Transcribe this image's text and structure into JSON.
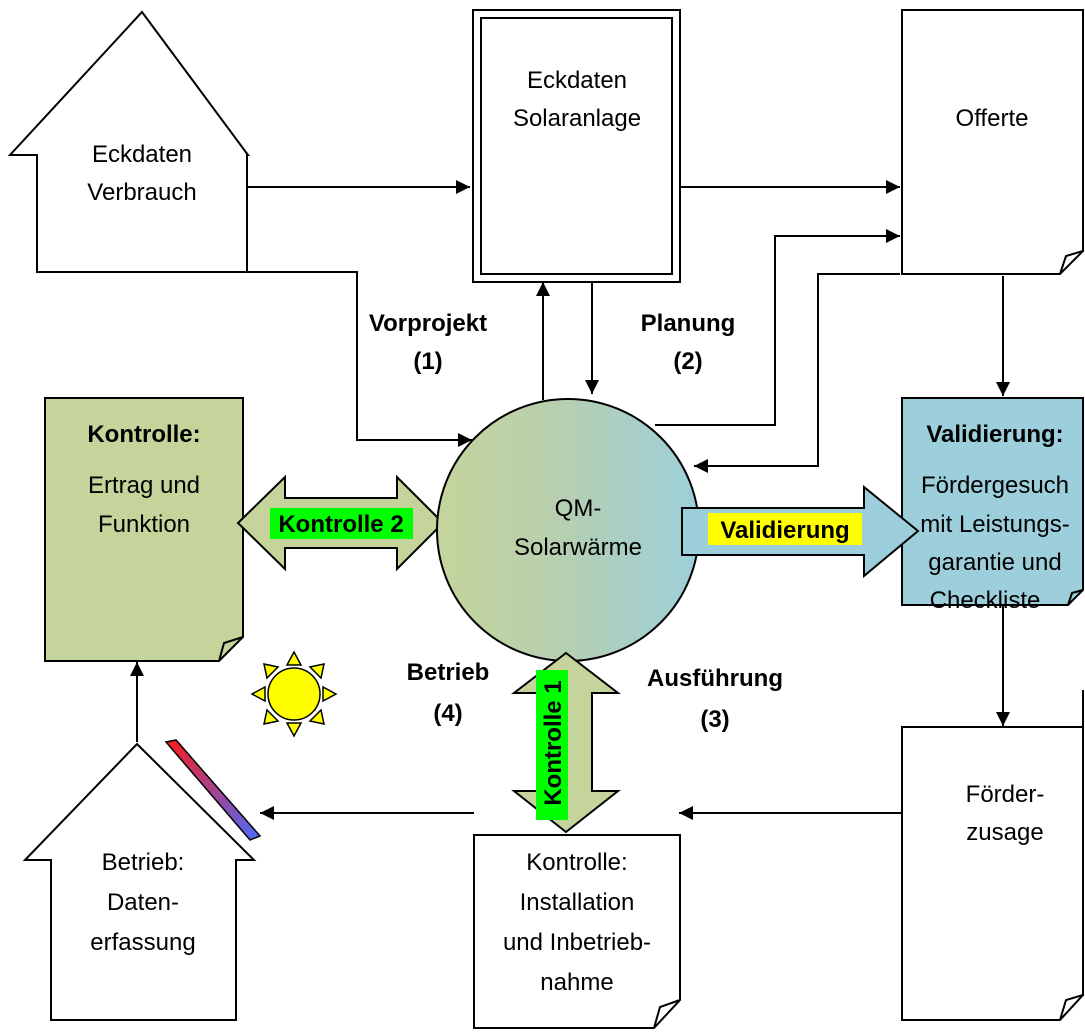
{
  "house_top": {
    "line1": "Eckdaten",
    "line2": "Verbrauch"
  },
  "box_solar": {
    "line1": "Eckdaten",
    "line2": "Solaranlage"
  },
  "doc_offerte": {
    "line1": "Offerte"
  },
  "phase1": {
    "line1": "Vorprojekt",
    "line2": "(1)"
  },
  "phase2": {
    "line1": "Planung",
    "line2": "(2)"
  },
  "phase3": {
    "line1": "Ausführung",
    "line2": "(3)"
  },
  "phase4": {
    "line1": "Betrieb",
    "line2": "(4)"
  },
  "kontrolle_doc": {
    "title": "Kontrolle:",
    "line1": "Ertrag und",
    "line2": "Funktion"
  },
  "validierung_doc": {
    "title": "Validierung:",
    "line1": "Fördergesuch",
    "line2": "mit Leistungs-",
    "line3": "garantie und",
    "line4": "Checkliste"
  },
  "center": {
    "line1": "QM-",
    "line2": "Solarwärme"
  },
  "arrow_k2": {
    "label": "Kontrolle 2"
  },
  "arrow_val": {
    "label": "Validierung"
  },
  "arrow_k1": {
    "label": "Kontrolle 1"
  },
  "doc_foerder": {
    "line1": "Förder-",
    "line2": "zusage"
  },
  "doc_install": {
    "line1": "Kontrolle:",
    "line2": "Installation",
    "line3": "und Inbetrieb-",
    "line4": "nahme"
  },
  "house_bottom": {
    "line1": "Betrieb:",
    "line2": "Daten-",
    "line3": "erfassung"
  },
  "colors": {
    "kontrolle_fill": "#c5d49b",
    "validierung_fill": "#9ccfdb",
    "arrow_fill": "#c5d49b",
    "highlight_green": "#00ff00",
    "highlight_yellow": "#ffff00",
    "sun": "#ffff00"
  }
}
